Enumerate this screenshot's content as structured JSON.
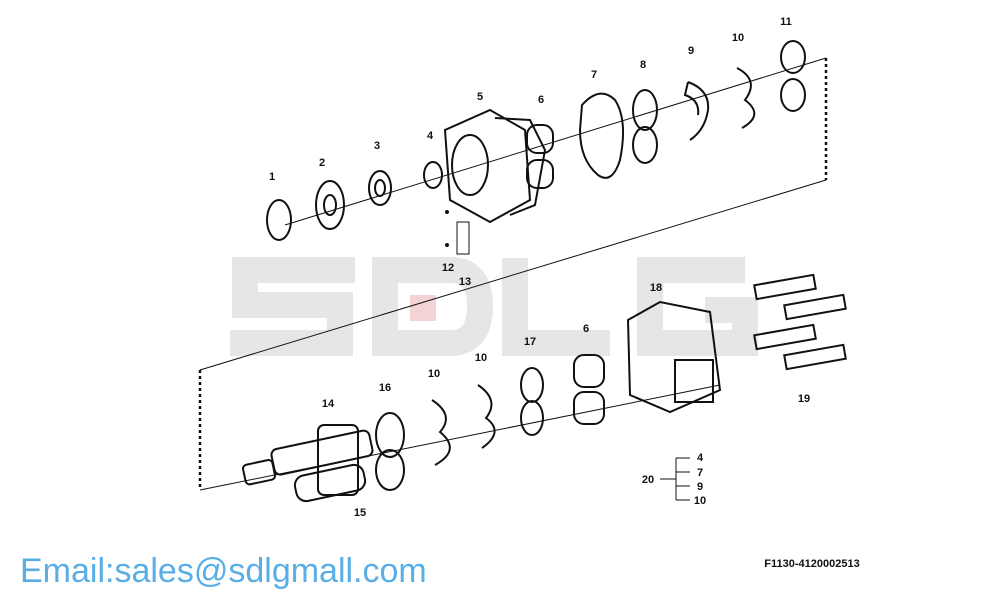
{
  "watermark": {
    "brand": "SDLG",
    "email": "Email:sales@sdlgmall.com"
  },
  "callouts": {
    "top": [
      "1",
      "2",
      "3",
      "4",
      "5",
      "6",
      "7",
      "8",
      "9",
      "10",
      "11",
      "12",
      "13"
    ],
    "bottom": [
      "14",
      "15",
      "16",
      "10",
      "10",
      "17",
      "6",
      "18",
      "19"
    ]
  },
  "kit": {
    "number": "20",
    "items": [
      "4",
      "7",
      "9",
      "10"
    ]
  },
  "drawing_code": "F1130-4120002513",
  "colors": {
    "watermark_text": "#5aaee6",
    "logo_gray": "#e6e6e6",
    "logo_red": "#f3d4d6"
  }
}
